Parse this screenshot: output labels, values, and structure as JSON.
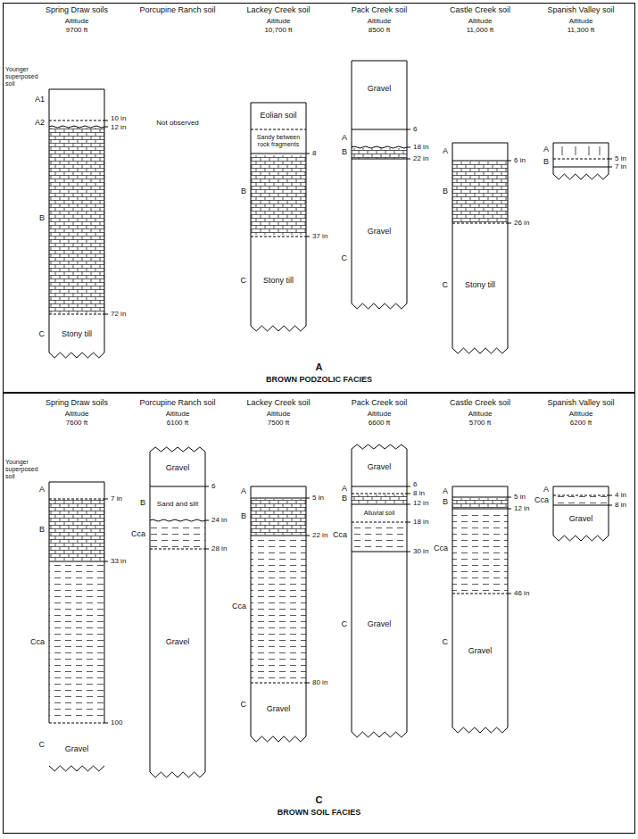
{
  "diagram": {
    "nodes": [
      {
        "text": [
          "A",
          "BROWN PODZOLIC FACIES"
        ]
      },
      {
        "text": [
          "Stony till"
        ],
        "in": 0
      },
      {
        "text": [
          "Eolian soil",
          "Sandy between rock fragments",
          "Stony till"
        ],
        "in": 0
      },
      {
        "text": [
          "Gravel",
          "Gravel"
        ],
        "in": 0
      },
      {
        "text": [
          "Stony till"
        ],
        "in": 0
      },
      {
        "text": [
          "C",
          "BROWN SOIL FACIES"
        ]
      },
      {
        "text": [
          "Gravel"
        ],
        "in": 5
      },
      {
        "text": [
          "Gravel",
          "Sand and silt",
          "Gravel"
        ],
        "in": 5
      },
      {
        "text": [
          "Gravel"
        ],
        "in": 5
      },
      {
        "text": [
          "Gravel",
          "Alluvial soil",
          "Gravel"
        ],
        "in": 5
      },
      {
        "text": [
          "Gravel"
        ],
        "in": 5
      },
      {
        "text": [
          "Gravel"
        ],
        "in": 5
      }
    ],
    "labels": [
      "Spring Draw soils",
      "Altitude",
      "9700 ft",
      "Porcupine Ranch soil",
      "Lackey Creek soil",
      "Altitude",
      "10,700 ft",
      "Pack Creek soil",
      "Altitude",
      "8500 ft",
      "Castle Creek soil",
      "Altitude",
      "11,000 ft",
      "Spanish Valley soil",
      "Altitude",
      "11,300 ft",
      "Younger superposed soil",
      "A1",
      "A2",
      "10 in",
      "12 in",
      "B",
      "72 in",
      "C",
      "Not observed",
      "8",
      "B",
      "37 in",
      "C",
      "6",
      "A",
      "B",
      "18 in",
      "22 in",
      "C",
      "A",
      "6 in",
      "B",
      "26 in",
      "C",
      "A",
      "B",
      "5 in",
      "7 in",
      "Spring Draw soils",
      "Altitude",
      "7600 ft",
      "Porcupine Ranch soil",
      "Altitude",
      "6100 ft",
      "Lackey Creek soil",
      "Altitude",
      "7500 ft",
      "Pack Creek soil",
      "Altitude",
      "6600 ft",
      "Castle Creek soil",
      "Altitude",
      "5700 ft",
      "Spanish Valley soil",
      "Altitude",
      "6200 ft",
      "Younger superposed soil",
      "A",
      "7 in",
      "B",
      "33 in",
      "Cca",
      "100",
      "C",
      "6",
      "B",
      "24 in",
      "Cca",
      "28 in",
      "A",
      "5 in",
      "B",
      "22 in",
      "Cca",
      "80 in",
      "C",
      "A",
      "6",
      "8 in",
      "B",
      "12 in",
      "18 in",
      "Cca",
      "30 in",
      "C",
      "A",
      "5 in",
      "B",
      "12 in",
      "Cca",
      "46 in",
      "C",
      "A",
      "Cca",
      "4 in",
      "8 in"
    ]
  }
}
